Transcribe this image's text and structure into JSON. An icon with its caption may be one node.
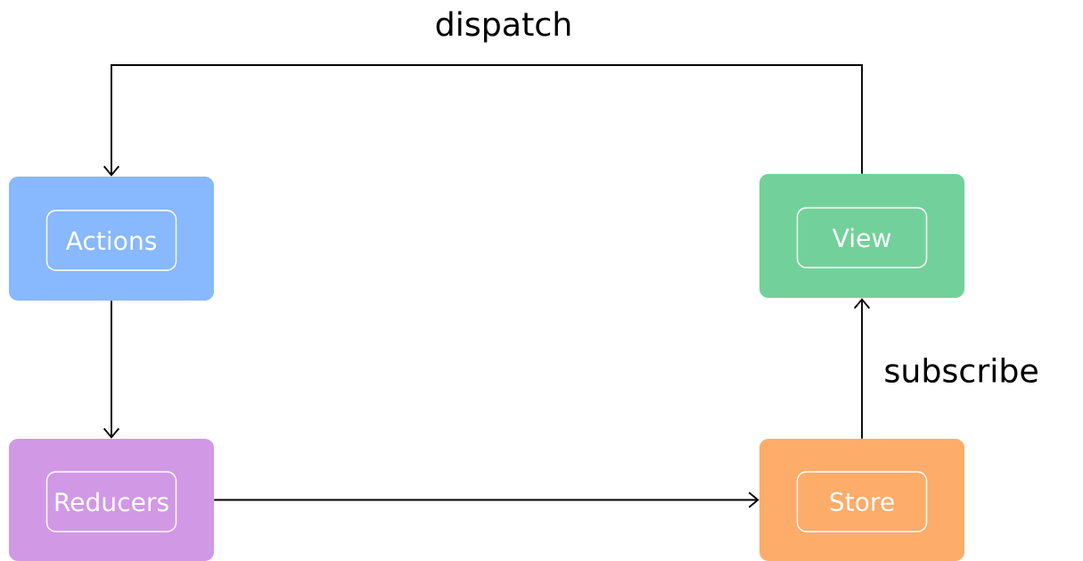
{
  "diagram": {
    "nodes": [
      {
        "text": [],
        "shape": "box"
      },
      {
        "text": [
          "Actions"
        ],
        "in": 0
      },
      {
        "text": [],
        "shape": "box"
      },
      {
        "text": [
          "View"
        ],
        "in": 2
      },
      {
        "text": [],
        "shape": "box"
      },
      {
        "text": [
          "Reducers"
        ],
        "in": 4
      },
      {
        "text": [],
        "shape": "box"
      },
      {
        "text": [
          "Store"
        ],
        "in": 6
      }
    ],
    "edges": [
      {
        "from": 2,
        "to": 0,
        "arrow": "to",
        "label": "dispatch"
      },
      {
        "from": 0,
        "to": 4,
        "arrow": "to"
      },
      {
        "from": 4,
        "to": 6,
        "arrow": "to"
      },
      {
        "from": 6,
        "to": 2,
        "arrow": "to",
        "label": "subscribe"
      }
    ]
  }
}
